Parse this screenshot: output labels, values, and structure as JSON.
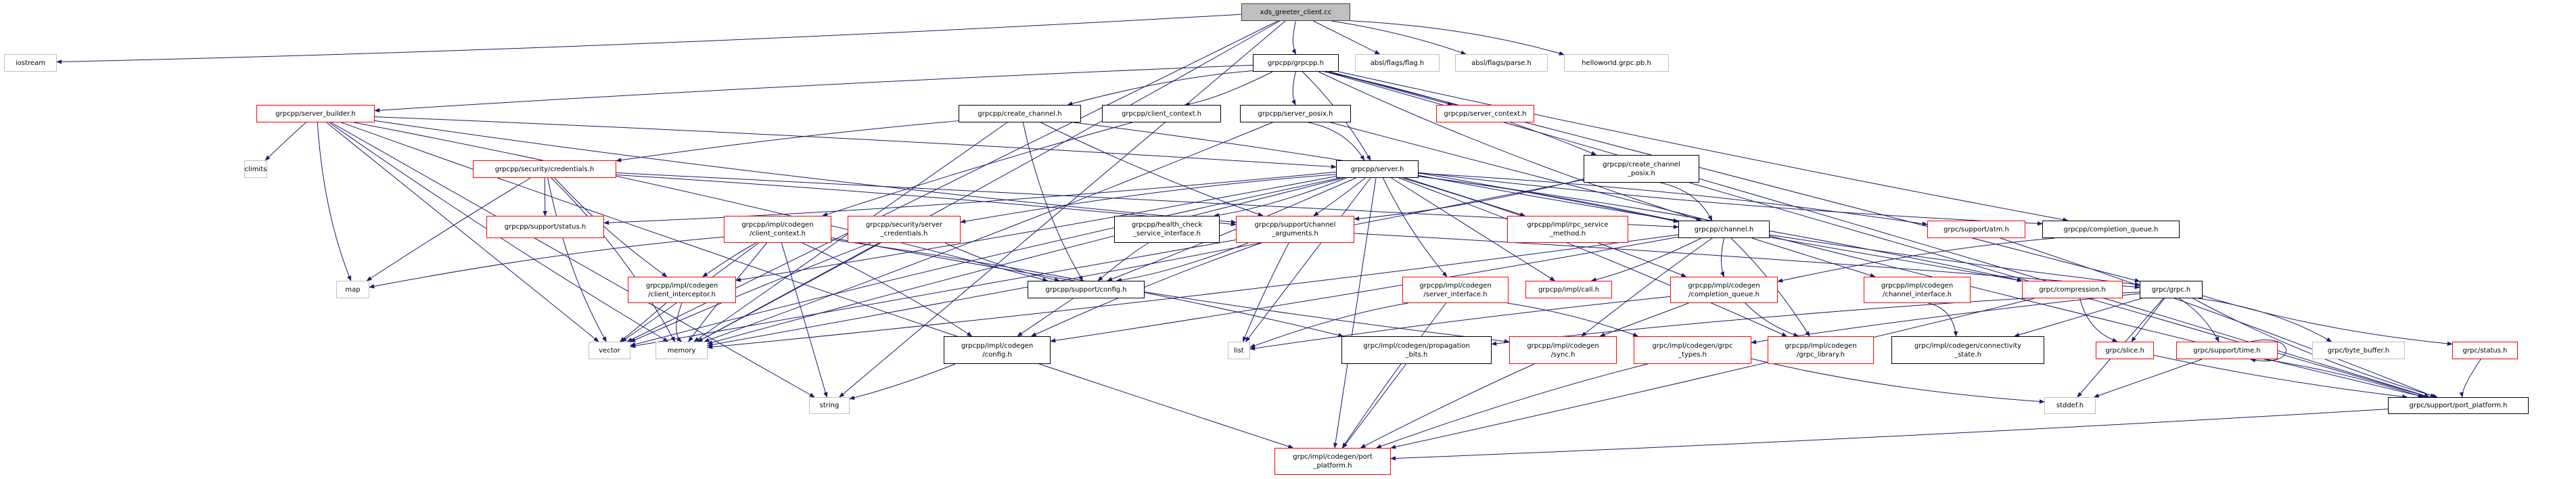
{
  "title": "xds_greeter_client.cc",
  "colors": {
    "edge": "#191970",
    "linked_border": "#000000",
    "truncated_border": "#ff0000",
    "external_border": "#bfbfbf",
    "root_fill": "#bfbfbf"
  },
  "nodes": [
    {
      "id": "root",
      "label": "xds_greeter_client.cc",
      "kind": "root"
    },
    {
      "id": "iostream",
      "label": "iostream",
      "kind": "gray"
    },
    {
      "id": "grpcpp",
      "label": "grpcpp/grpcpp.h",
      "kind": "black"
    },
    {
      "id": "flag",
      "label": "absl/flags/flag.h",
      "kind": "gray"
    },
    {
      "id": "parse",
      "label": "absl/flags/parse.h",
      "kind": "gray"
    },
    {
      "id": "helloworld",
      "label": "helloworld.grpc.pb.h",
      "kind": "gray"
    },
    {
      "id": "server_builder",
      "label": "grpcpp/server_builder.h",
      "kind": "red"
    },
    {
      "id": "create_channel",
      "label": "grpcpp/create_channel.h",
      "kind": "black"
    },
    {
      "id": "client_context",
      "label": "grpcpp/client_context.h",
      "kind": "black"
    },
    {
      "id": "server_posix",
      "label": "grpcpp/server_posix.h",
      "kind": "black"
    },
    {
      "id": "server_context",
      "label": "grpcpp/server_context.h",
      "kind": "red"
    },
    {
      "id": "climits",
      "label": "climits",
      "kind": "gray"
    },
    {
      "id": "credentials",
      "label": "grpcpp/security/credentials.h",
      "kind": "red"
    },
    {
      "id": "server_h",
      "label": "grpcpp/server.h",
      "kind": "black"
    },
    {
      "id": "create_channel_posix",
      "label": "grpcpp/create_channel\n_posix.h",
      "kind": "black"
    },
    {
      "id": "support_status",
      "label": "grpcpp/support/status.h",
      "kind": "red"
    },
    {
      "id": "codegen_client_context",
      "label": "grpcpp/impl/codegen\n/client_context.h",
      "kind": "red"
    },
    {
      "id": "server_credentials",
      "label": "grpcpp/security/server\n_credentials.h",
      "kind": "red"
    },
    {
      "id": "health_check",
      "label": "grpcpp/health_check\n_service_interface.h",
      "kind": "black"
    },
    {
      "id": "channel_arguments",
      "label": "grpcpp/support/channel\n_arguments.h",
      "kind": "red"
    },
    {
      "id": "rpc_service_method",
      "label": "grpcpp/impl/rpc_service\n_method.h",
      "kind": "red"
    },
    {
      "id": "channel",
      "label": "grpcpp/channel.h",
      "kind": "black"
    },
    {
      "id": "atm",
      "label": "grpc/support/atm.h",
      "kind": "red"
    },
    {
      "id": "completion_queue",
      "label": "grpcpp/completion_queue.h",
      "kind": "black"
    },
    {
      "id": "map",
      "label": "map",
      "kind": "gray"
    },
    {
      "id": "client_interceptor",
      "label": "grpcpp/impl/codegen\n/client_interceptor.h",
      "kind": "red"
    },
    {
      "id": "support_config",
      "label": "grpcpp/support/config.h",
      "kind": "black"
    },
    {
      "id": "server_interface",
      "label": "grpcpp/impl/codegen\n/server_interface.h",
      "kind": "red"
    },
    {
      "id": "call",
      "label": "grpcpp/impl/call.h",
      "kind": "red"
    },
    {
      "id": "codegen_completion_queue",
      "label": "grpcpp/impl/codegen\n/completion_queue.h",
      "kind": "red"
    },
    {
      "id": "channel_interface",
      "label": "grpcpp/impl/codegen\n/channel_interface.h",
      "kind": "red"
    },
    {
      "id": "compression",
      "label": "grpc/compression.h",
      "kind": "red"
    },
    {
      "id": "grpc_h",
      "label": "grpc/grpc.h",
      "kind": "black"
    },
    {
      "id": "vector",
      "label": "vector",
      "kind": "gray"
    },
    {
      "id": "memory",
      "label": "memory",
      "kind": "gray"
    },
    {
      "id": "codegen_config",
      "label": "grpcpp/impl/codegen\n/config.h",
      "kind": "black"
    },
    {
      "id": "list",
      "label": "list",
      "kind": "gray"
    },
    {
      "id": "propagation_bits",
      "label": "grpc/impl/codegen/propagation\n_bits.h",
      "kind": "black"
    },
    {
      "id": "sync",
      "label": "grpcpp/impl/codegen\n/sync.h",
      "kind": "red"
    },
    {
      "id": "grpc_types",
      "label": "grpc/impl/codegen/grpc\n_types.h",
      "kind": "red"
    },
    {
      "id": "grpc_library",
      "label": "grpcpp/impl/codegen\n/grpc_library.h",
      "kind": "red"
    },
    {
      "id": "connectivity_state",
      "label": "grpc/impl/codegen/connectivity\n_state.h",
      "kind": "black"
    },
    {
      "id": "slice",
      "label": "grpc/slice.h",
      "kind": "red"
    },
    {
      "id": "time",
      "label": "grpc/support/time.h",
      "kind": "red"
    },
    {
      "id": "byte_buffer",
      "label": "grpc/byte_buffer.h",
      "kind": "gray"
    },
    {
      "id": "status",
      "label": "grpc/status.h",
      "kind": "red"
    },
    {
      "id": "string",
      "label": "string",
      "kind": "gray"
    },
    {
      "id": "stddef",
      "label": "stddef.h",
      "kind": "gray"
    },
    {
      "id": "support_port_platform",
      "label": "grpc/support/port_platform.h",
      "kind": "black"
    },
    {
      "id": "codegen_port_platform",
      "label": "grpc/impl/codegen/port\n_platform.h",
      "kind": "red"
    }
  ],
  "edges": [
    [
      "root",
      "iostream"
    ],
    [
      "root",
      "grpcpp"
    ],
    [
      "root",
      "flag"
    ],
    [
      "root",
      "parse"
    ],
    [
      "root",
      "helloworld"
    ],
    [
      "root",
      "memory"
    ],
    [
      "root",
      "string"
    ],
    [
      "root",
      "vector"
    ],
    [
      "grpcpp",
      "server_builder"
    ],
    [
      "grpcpp",
      "create_channel"
    ],
    [
      "grpcpp",
      "client_context"
    ],
    [
      "grpcpp",
      "server_posix"
    ],
    [
      "grpcpp",
      "server_context"
    ],
    [
      "grpcpp",
      "server_h"
    ],
    [
      "grpcpp",
      "create_channel_posix"
    ],
    [
      "grpcpp",
      "channel"
    ],
    [
      "grpcpp",
      "completion_queue"
    ],
    [
      "grpcpp",
      "grpc_h"
    ],
    [
      "grpcpp",
      "support_port_platform"
    ],
    [
      "server_builder",
      "climits"
    ],
    [
      "server_builder",
      "map"
    ],
    [
      "server_builder",
      "memory"
    ],
    [
      "server_builder",
      "vector"
    ],
    [
      "server_builder",
      "server_h"
    ],
    [
      "server_builder",
      "support_config"
    ],
    [
      "server_builder",
      "channel_arguments"
    ],
    [
      "server_builder",
      "codegen_port_platform"
    ],
    [
      "server_builder",
      "string"
    ],
    [
      "create_channel",
      "credentials"
    ],
    [
      "create_channel",
      "channel"
    ],
    [
      "create_channel",
      "support_config"
    ],
    [
      "create_channel",
      "channel_arguments"
    ],
    [
      "create_channel",
      "memory"
    ],
    [
      "client_context",
      "codegen_client_context"
    ],
    [
      "server_posix",
      "server_h"
    ],
    [
      "server_posix",
      "memory"
    ],
    [
      "server_posix",
      "support_port_platform"
    ],
    [
      "credentials",
      "support_status"
    ],
    [
      "credentials",
      "map"
    ],
    [
      "credentials",
      "memory"
    ],
    [
      "credentials",
      "vector"
    ],
    [
      "credentials",
      "client_interceptor"
    ],
    [
      "credentials",
      "channel"
    ],
    [
      "credentials",
      "channel_arguments"
    ],
    [
      "server_h",
      "server_credentials"
    ],
    [
      "server_h",
      "health_check"
    ],
    [
      "server_h",
      "channel_arguments"
    ],
    [
      "server_h",
      "rpc_service_method"
    ],
    [
      "server_h",
      "channel"
    ],
    [
      "server_h",
      "atm"
    ],
    [
      "server_h",
      "completion_queue"
    ],
    [
      "server_h",
      "server_interface"
    ],
    [
      "server_h",
      "call"
    ],
    [
      "server_h",
      "codegen_completion_queue"
    ],
    [
      "server_h",
      "compression"
    ],
    [
      "server_h",
      "grpc_h"
    ],
    [
      "server_h",
      "support_config"
    ],
    [
      "server_h",
      "list"
    ],
    [
      "server_h",
      "memory"
    ],
    [
      "server_h",
      "vector"
    ],
    [
      "server_h",
      "support_status"
    ],
    [
      "server_h",
      "client_interceptor"
    ],
    [
      "server_h",
      "codegen_port_platform"
    ],
    [
      "server_h",
      "grpc_library"
    ],
    [
      "create_channel_posix",
      "channel"
    ],
    [
      "create_channel_posix",
      "channel_arguments"
    ],
    [
      "create_channel_posix",
      "memory"
    ],
    [
      "create_channel_posix",
      "support_port_platform"
    ],
    [
      "codegen_client_context",
      "client_interceptor"
    ],
    [
      "codegen_client_context",
      "map"
    ],
    [
      "codegen_client_context",
      "memory"
    ],
    [
      "codegen_client_context",
      "vector"
    ],
    [
      "codegen_client_context",
      "string"
    ],
    [
      "codegen_client_context",
      "codegen_config"
    ],
    [
      "codegen_client_context",
      "propagation_bits"
    ],
    [
      "codegen_client_context",
      "sync"
    ],
    [
      "server_credentials",
      "support_config"
    ],
    [
      "server_credentials",
      "memory"
    ],
    [
      "server_credentials",
      "vector"
    ],
    [
      "health_check",
      "support_config"
    ],
    [
      "channel_arguments",
      "support_config"
    ],
    [
      "channel_arguments",
      "list"
    ],
    [
      "channel_arguments",
      "vector"
    ],
    [
      "channel_arguments",
      "grpc_h"
    ],
    [
      "channel_arguments",
      "codegen_config"
    ],
    [
      "channel",
      "call"
    ],
    [
      "channel",
      "codegen_completion_queue"
    ],
    [
      "channel",
      "channel_interface"
    ],
    [
      "channel",
      "grpc_library"
    ],
    [
      "channel",
      "sync"
    ],
    [
      "channel",
      "memory"
    ],
    [
      "channel",
      "codegen_config"
    ],
    [
      "channel",
      "compression"
    ],
    [
      "atm",
      "support_port_platform"
    ],
    [
      "completion_queue",
      "codegen_completion_queue"
    ],
    [
      "client_interceptor",
      "memory"
    ],
    [
      "client_interceptor",
      "vector"
    ],
    [
      "support_config",
      "codegen_config"
    ],
    [
      "server_interface",
      "grpc_types"
    ],
    [
      "server_interface",
      "list"
    ],
    [
      "server_interface",
      "codegen_port_platform"
    ],
    [
      "codegen_completion_queue",
      "grpc_library"
    ],
    [
      "codegen_completion_queue",
      "sync"
    ],
    [
      "codegen_completion_queue",
      "list"
    ],
    [
      "channel_interface",
      "connectivity_state"
    ],
    [
      "compression",
      "slice"
    ],
    [
      "compression",
      "codegen_port_platform"
    ],
    [
      "grpc_h",
      "slice"
    ],
    [
      "grpc_h",
      "time"
    ],
    [
      "grpc_h",
      "byte_buffer"
    ],
    [
      "grpc_h",
      "status"
    ],
    [
      "grpc_h",
      "stddef"
    ],
    [
      "grpc_h",
      "connectivity_state"
    ],
    [
      "grpc_h",
      "grpc_types"
    ],
    [
      "grpc_h",
      "propagation_bits"
    ],
    [
      "grpc_h",
      "support_port_platform"
    ],
    [
      "codegen_config",
      "string"
    ],
    [
      "propagation_bits",
      "codegen_port_platform"
    ],
    [
      "sync",
      "codegen_port_platform"
    ],
    [
      "grpc_types",
      "codegen_port_platform"
    ],
    [
      "grpc_types",
      "stddef"
    ],
    [
      "slice",
      "support_port_platform"
    ],
    [
      "time",
      "stddef"
    ],
    [
      "time",
      "support_port_platform"
    ],
    [
      "time",
      "time"
    ],
    [
      "status",
      "support_port_platform"
    ],
    [
      "support_port_platform",
      "codegen_port_platform"
    ]
  ]
}
